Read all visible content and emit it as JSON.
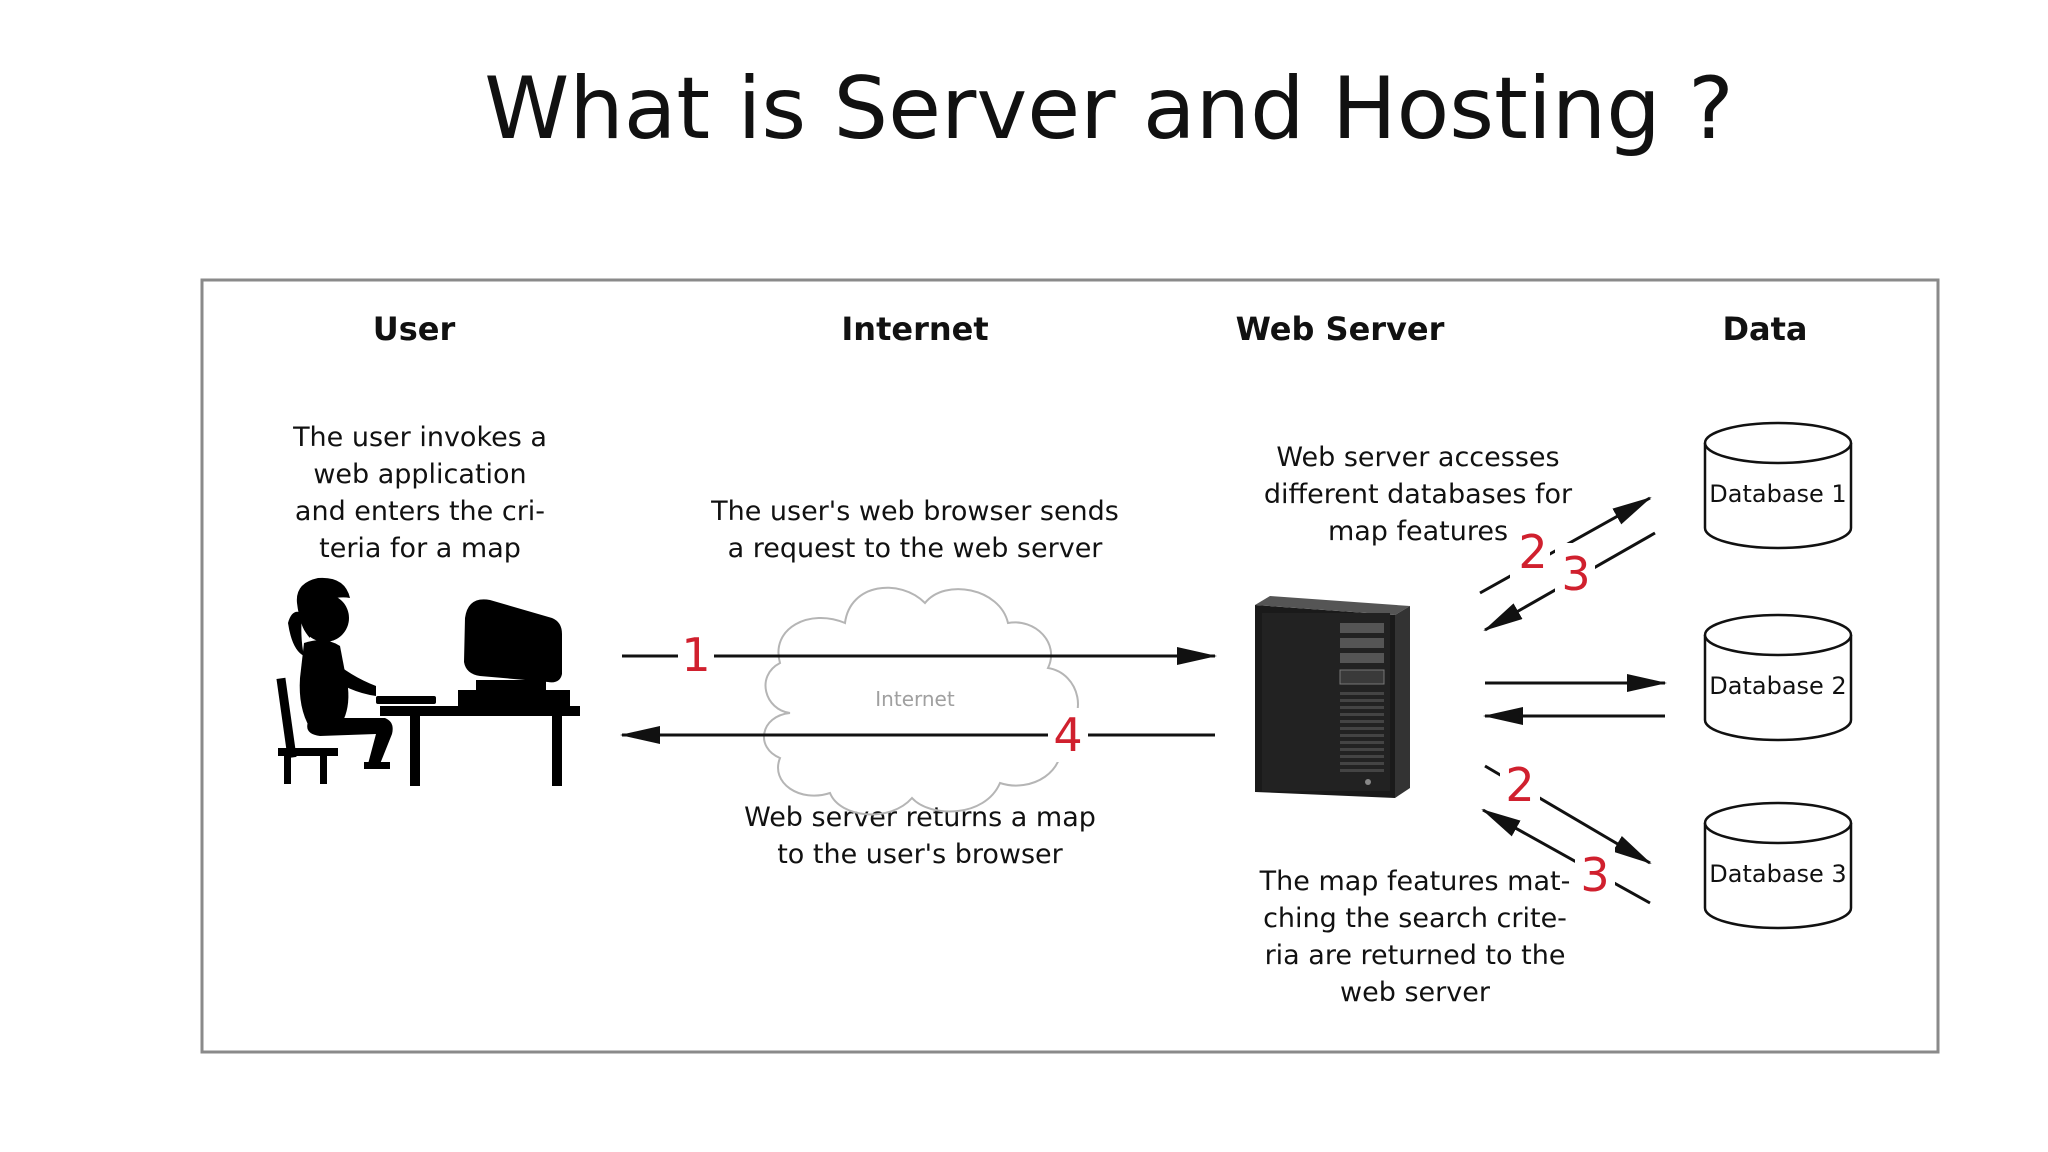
{
  "slide": {
    "title": "What is Server and Hosting ?"
  },
  "diagram": {
    "columns": {
      "user": "User",
      "internet": "Internet",
      "server": "Web Server",
      "data": "Data"
    },
    "user_text": [
      "The user invokes a",
      "web application",
      "and enters the cri-",
      "teria for a map"
    ],
    "request_text": [
      "The user's web browser sends",
      "a request to the web server"
    ],
    "return_text": [
      "Web server returns a map",
      "to the user's browser"
    ],
    "cloud_label": "Internet",
    "server_text": [
      "Web server accesses",
      "different databases for",
      "map features"
    ],
    "match_text": [
      "The map features mat-",
      "ching the search crite-",
      "ria are returned to the",
      "web server"
    ],
    "databases": [
      "Database 1",
      "Database 2",
      "Database 3"
    ],
    "steps": {
      "one": "1",
      "two_a": "2",
      "three_a": "3",
      "two_b": "2",
      "three_b": "3",
      "four": "4"
    },
    "colors": {
      "step": "#d0202e",
      "line": "#111111",
      "frame": "#8a8a8a"
    },
    "icons": [
      "user-at-computer-icon",
      "cloud-icon",
      "server-tower-icon",
      "database-icon"
    ]
  }
}
